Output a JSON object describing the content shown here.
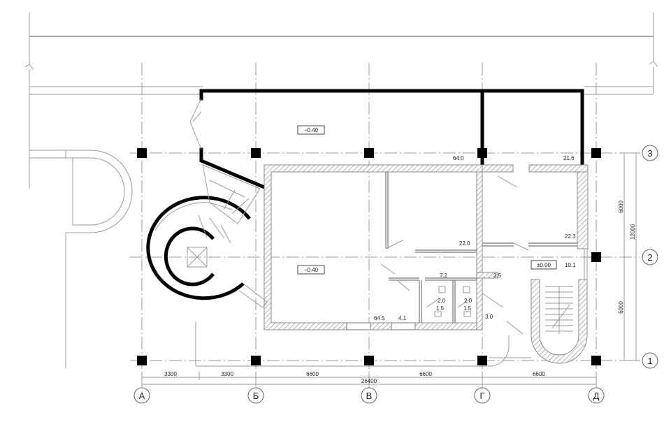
{
  "axes": {
    "letters": [
      "А",
      "Б",
      "В",
      "Г",
      "Д"
    ],
    "numbers": [
      "3",
      "2",
      "1"
    ]
  },
  "dimensions": {
    "bottom": [
      "3300",
      "3300",
      "6600",
      "6600",
      "6600"
    ],
    "total": "26400",
    "right_segments": [
      "6000",
      "6000"
    ],
    "right_total": "12000"
  },
  "level_marks": {
    "upper": "−0.40",
    "hall": "−0.40",
    "entry": "±0.00"
  },
  "room_areas": {
    "a640": "64.0",
    "a216": "21.6",
    "a220": "22.0",
    "a223": "22.3",
    "a101": "10.1",
    "a72": "7.2",
    "a35": "3.5",
    "a20a": "2.0",
    "a20b": "2.0",
    "a15a": "1.5",
    "a15b": "1.5",
    "a30": "3.0",
    "a645": "64.5",
    "a41": "4.1"
  }
}
